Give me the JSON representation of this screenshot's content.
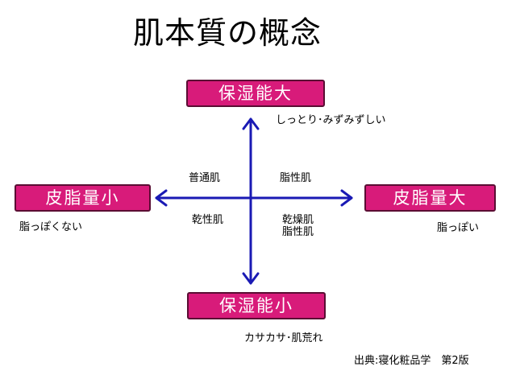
{
  "title": "肌本質の概念",
  "axes": {
    "top": "保湿能大",
    "bottom": "保湿能小",
    "left": "皮脂量小",
    "right": "皮脂量大"
  },
  "annotations": {
    "top": "しっとり･みずみずしい",
    "bottom": "カサカサ･肌荒れ",
    "left": "脂っぽくない",
    "right": "脂っぽい"
  },
  "quadrants": {
    "top_left": "普通肌",
    "top_right": "脂性肌",
    "bottom_left": "乾性肌",
    "bottom_right_line1": "乾燥肌",
    "bottom_right_line2": "脂性肌"
  },
  "source": "出典:寝化粧品学　第2版",
  "colors": {
    "box_fill": "#d81b7a",
    "box_border": "#5a0d33",
    "arrow": "#1a1ab4"
  }
}
